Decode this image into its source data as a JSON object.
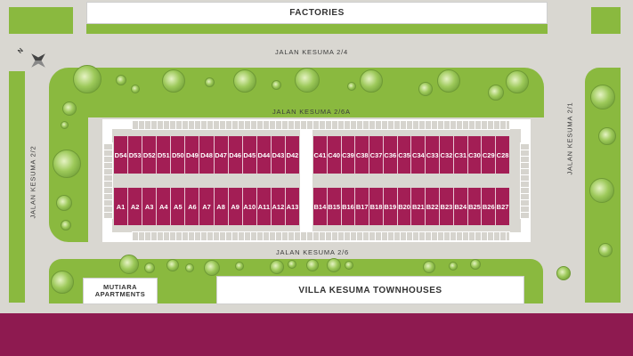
{
  "colors": {
    "grass": "#8ab93f",
    "road": "#d9d7d1",
    "lot": "#a31e55",
    "footer_band": "#8e1a50"
  },
  "landmarks": {
    "factories": "FACTORIES",
    "mutiara_line1": "MUTIARA",
    "mutiara_line2": "APARTMENTS",
    "villa": "VILLA KESUMA TOWNHOUSES"
  },
  "roads": {
    "top": "JALAN KESUMA 2/4",
    "inner_top": "JALAN KESUMA 2/6A",
    "bottom": "JALAN KESUMA 2/6",
    "left": "JALAN KESUMA 2/2",
    "right": "JALAN KESUMA 2/1"
  },
  "compass": {
    "label": "N",
    "icon": "compass-rose-icon"
  },
  "rows": {
    "d": [
      "D54",
      "D53",
      "D52",
      "D51",
      "D50",
      "D49",
      "D48",
      "D47",
      "D46",
      "D45",
      "D44",
      "D43",
      "D42"
    ],
    "c": [
      "C41",
      "C40",
      "C39",
      "C38",
      "C37",
      "C36",
      "C35",
      "C34",
      "C33",
      "C32",
      "C31",
      "C30",
      "C29",
      "C28"
    ],
    "a": [
      "A1",
      "A2",
      "A3",
      "A4",
      "A5",
      "A6",
      "A7",
      "A8",
      "A9",
      "A10",
      "A11",
      "A12",
      "A13"
    ],
    "b": [
      "B14",
      "B15",
      "B16",
      "B17",
      "B18",
      "B19",
      "B20",
      "B21",
      "B22",
      "B23",
      "B24",
      "B25",
      "B26",
      "B27"
    ]
  }
}
